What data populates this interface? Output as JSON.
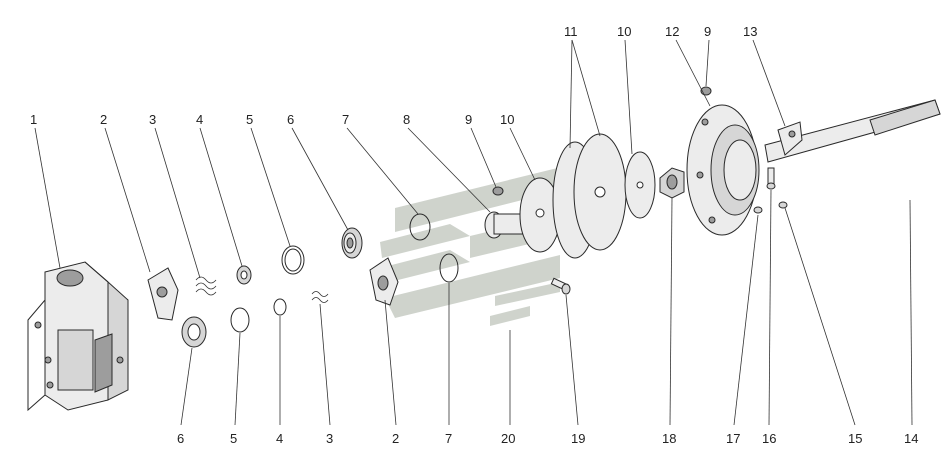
{
  "diagram": {
    "callouts": [
      {
        "id": "c1-top",
        "text": "1"
      },
      {
        "id": "c2-top",
        "text": "2"
      },
      {
        "id": "c3-top",
        "text": "3"
      },
      {
        "id": "c4-top",
        "text": "4"
      },
      {
        "id": "c5-top",
        "text": "5"
      },
      {
        "id": "c6-top",
        "text": "6"
      },
      {
        "id": "c7-top",
        "text": "7"
      },
      {
        "id": "c8-top",
        "text": "8"
      },
      {
        "id": "c9-top",
        "text": "9"
      },
      {
        "id": "c10-top",
        "text": "10"
      },
      {
        "id": "c11-top",
        "text": "11"
      },
      {
        "id": "c10b-top",
        "text": "10"
      },
      {
        "id": "c12-top",
        "text": "12"
      },
      {
        "id": "c9b-top",
        "text": "9"
      },
      {
        "id": "c13-top",
        "text": "13"
      },
      {
        "id": "c6-bot",
        "text": "6"
      },
      {
        "id": "c5-bot",
        "text": "5"
      },
      {
        "id": "c4-bot",
        "text": "4"
      },
      {
        "id": "c3-bot",
        "text": "3"
      },
      {
        "id": "c2-bot",
        "text": "2"
      },
      {
        "id": "c7-bot",
        "text": "7"
      },
      {
        "id": "c20-bot",
        "text": "20"
      },
      {
        "id": "c19-bot",
        "text": "19"
      },
      {
        "id": "c18-bot",
        "text": "18"
      },
      {
        "id": "c17-bot",
        "text": "17"
      },
      {
        "id": "c16-bot",
        "text": "16"
      },
      {
        "id": "c15-bot",
        "text": "15"
      },
      {
        "id": "c14-bot",
        "text": "14"
      }
    ],
    "colors": {
      "line": "#2a2a2a",
      "shade_light": "#ececec",
      "shade_mid": "#d6d6d6",
      "shade_dark": "#9d9d9d",
      "watermark": "#c7ccc4"
    }
  }
}
